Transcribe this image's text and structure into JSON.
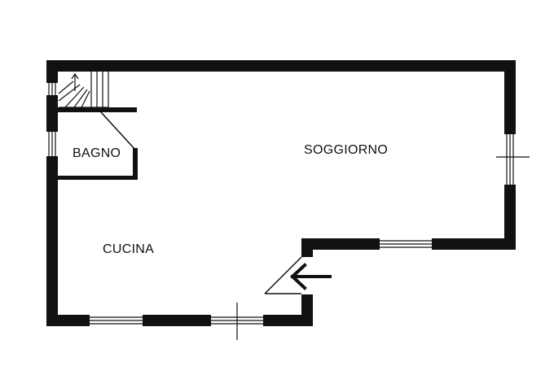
{
  "floorplan": {
    "rooms": {
      "bagno": "BAGNO",
      "soggiorno": "SOGGIORNO",
      "cucina": "CUCINA"
    },
    "colors": {
      "wall": "#111111",
      "background": "#ffffff"
    },
    "icons": {
      "entrance": "entrance-arrow-icon",
      "stairs": "staircase-icon"
    }
  }
}
